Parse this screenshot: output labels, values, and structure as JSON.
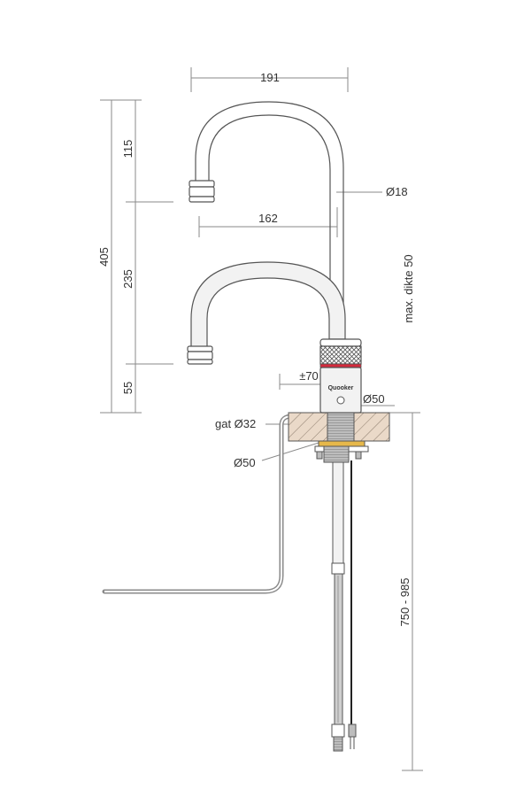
{
  "colors": {
    "line": "#555555",
    "dim_line": "#8a8a8a",
    "text": "#333333",
    "tap_fill": "#f2f2f2",
    "worktop_fill": "#ead9c8",
    "worktop_hatch": "#8a7a6a",
    "washer": "#e6b84a",
    "red_ring": "#d42a3c"
  },
  "brand": "Quooker",
  "dimensions": {
    "spout_width_top": "191",
    "spout_reach_lower": "162",
    "tube_diameter": "Ø18",
    "total_height": "405",
    "height_top": "115",
    "height_middle": "235",
    "height_base": "55",
    "offset": "±70",
    "base_diameter": "Ø50",
    "hole": "gat Ø32",
    "washer_diameter": "Ø50",
    "max_thickness": "max. dikte 50",
    "under_length": "750 - 985"
  }
}
